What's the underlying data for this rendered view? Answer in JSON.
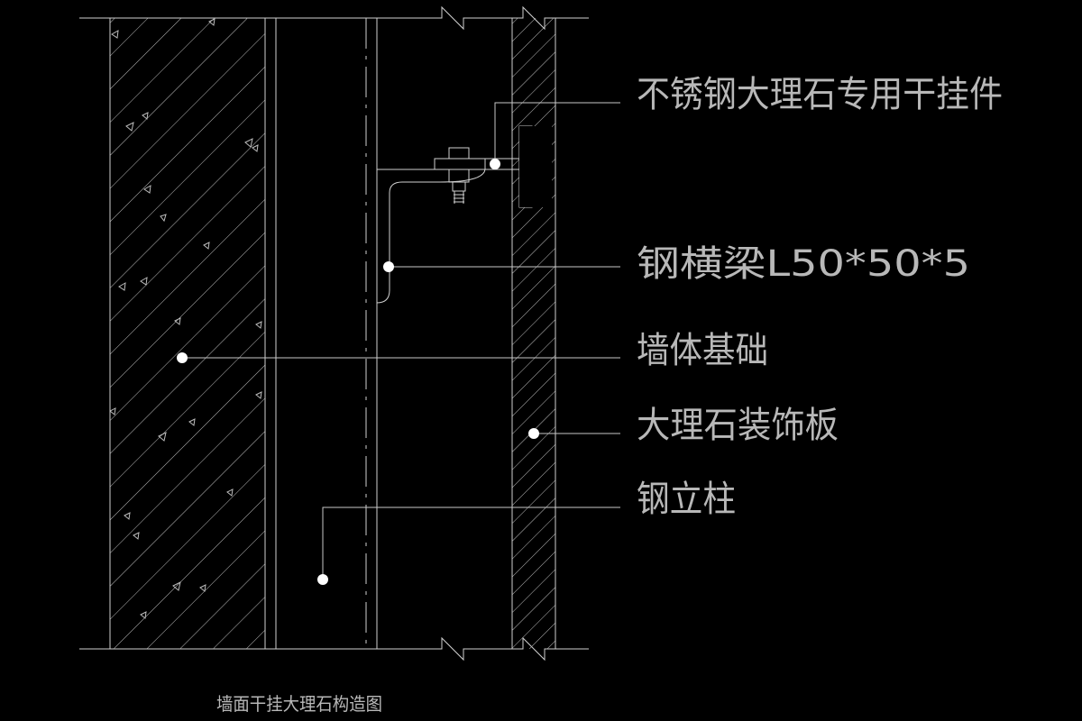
{
  "diagram": {
    "caption": "墙面干挂大理石构造图",
    "labels": {
      "hanger": "不锈钢大理石专用干挂件",
      "beam": "钢横梁L50*50*5",
      "wall": "墙体基础",
      "panel": "大理石装饰板",
      "column": "钢立柱"
    },
    "colors": {
      "background": "#000000",
      "lines": "#d0d0d0",
      "text": "#b8b8b8",
      "markers": "#ffffff"
    }
  }
}
